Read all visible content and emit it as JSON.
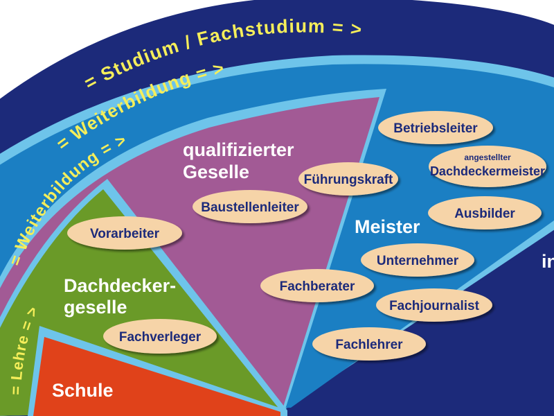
{
  "colors": {
    "outer_band": "#1c2a7a",
    "light_border": "#6ec4ea",
    "middle_band": "#1b7fc3",
    "purple": "#a25a95",
    "green": "#6a9a28",
    "red": "#e0421a",
    "pill_fill": "#f6d4a8",
    "pill_text": "#1c2a7a",
    "arc_text": "#f5ee5a"
  },
  "arcs": {
    "studium": "= Studium / Fachstudium = >",
    "weiterbildung_outer": "= Weiterbildung = >",
    "weiterbildung_inner": "= Weiterbildung = >",
    "lehre": "= Lehre = >"
  },
  "zones": {
    "schule": "Schule",
    "geselle_line1": "Dachdecker-",
    "geselle_line2": "geselle",
    "qualifiziert_line1": "qualifizierter",
    "qualifiziert_line2": "Geselle",
    "meister": "Meister",
    "outer_partial": "in"
  },
  "roles": {
    "vorarbeiter": "Vorarbeiter",
    "fachverleger": "Fachverleger",
    "baustellenleiter": "Baustellenleiter",
    "fuehrungskraft": "Führungskraft",
    "betriebsleiter": "Betriebsleiter",
    "angestellter_small": "angestellter",
    "angestellter_main": "Dachdeckermeister",
    "ausbilder": "Ausbilder",
    "unternehmer": "Unternehmer",
    "fachberater": "Fachberater",
    "fachjournalist": "Fachjournalist",
    "fachlehrer": "Fachlehrer"
  }
}
